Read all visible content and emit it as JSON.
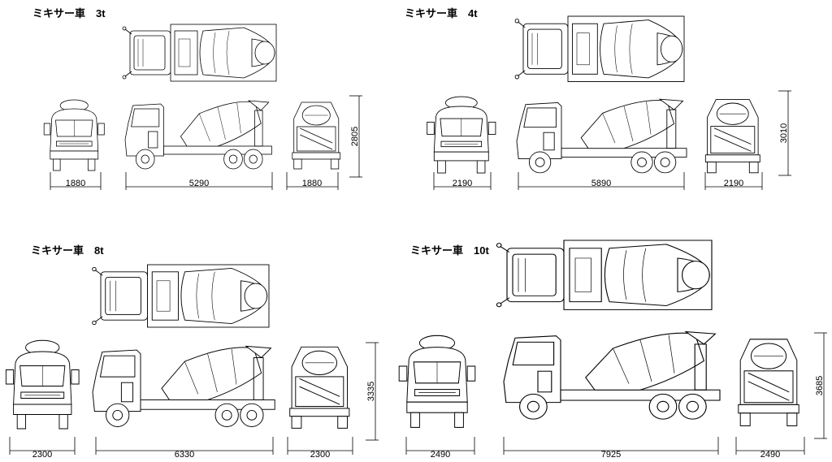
{
  "trucks": [
    {
      "title": "ミキサー車　3t",
      "width": "1880",
      "length": "5290",
      "rear_width": "1880",
      "height": "2805"
    },
    {
      "title": "ミキサー車　4t",
      "width": "2190",
      "length": "5890",
      "rear_width": "2190",
      "height": "3010"
    },
    {
      "title": "ミキサー車　8t",
      "width": "2300",
      "length": "6330",
      "rear_width": "2300",
      "height": "3335"
    },
    {
      "title": "ミキサー車　10t",
      "width": "2490",
      "length": "7925",
      "rear_width": "2490",
      "height": "3685"
    }
  ]
}
